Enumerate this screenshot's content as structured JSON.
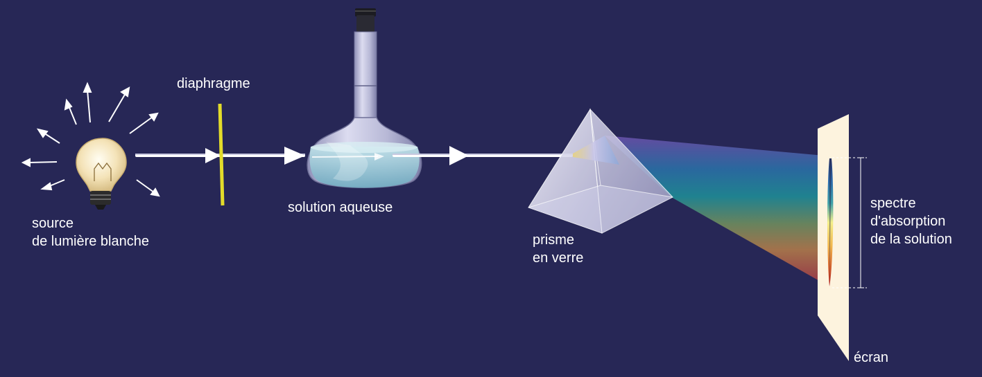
{
  "labels": {
    "source": [
      "source",
      "de lumière blanche"
    ],
    "diaphragm": "diaphragme",
    "solution": "solution aqueuse",
    "prism": [
      "prisme",
      "en verre"
    ],
    "spectrum": [
      "spectre",
      "d'absorption",
      "de la solution"
    ],
    "screen": "écran"
  },
  "colors": {
    "background": "#272756",
    "diaphragm": "#e3dc2a",
    "ray": "#ffffff",
    "screen": "#fdf3de",
    "solution": "#8fc8d6"
  },
  "icons": {
    "source": "light-bulb-icon",
    "container": "volumetric-flask-icon",
    "prism": "glass-prism-icon"
  }
}
